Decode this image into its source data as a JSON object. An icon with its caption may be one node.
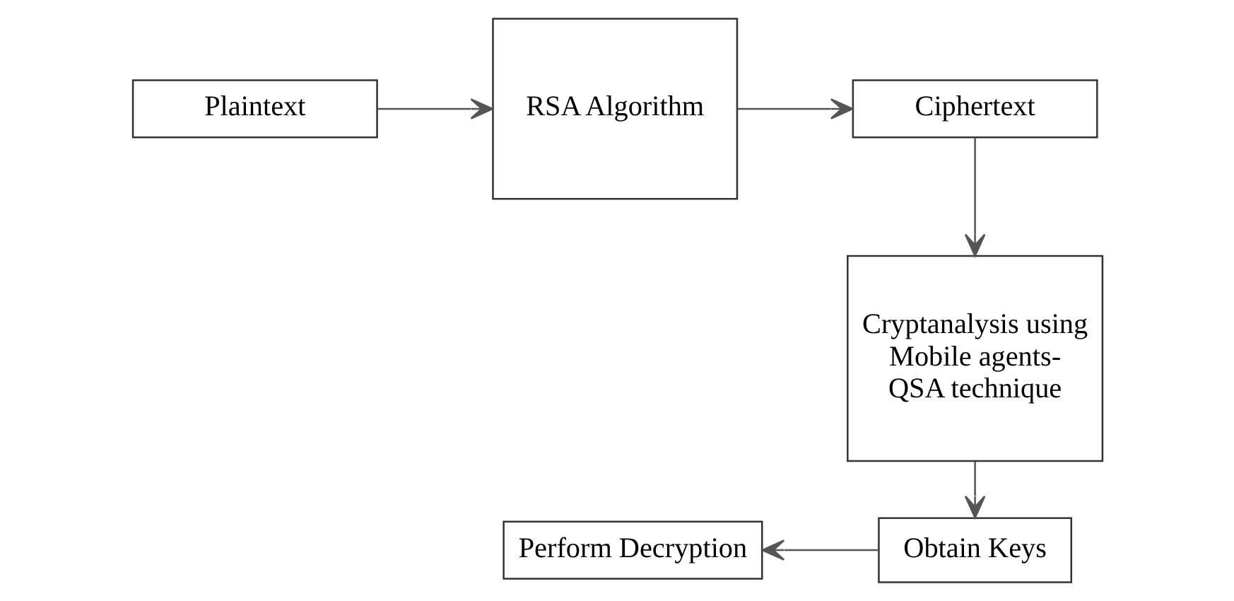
{
  "diagram": {
    "nodes": [
      {
        "text": [
          "Plaintext"
        ]
      },
      {
        "text": [
          "RSA Algorithm"
        ]
      },
      {
        "text": [
          "Ciphertext"
        ]
      },
      {
        "text": [
          "Cryptanalysis using Mobile agents- QSA technique"
        ]
      },
      {
        "text": [
          "Obtain Keys"
        ]
      },
      {
        "text": [
          "Perform Decryption"
        ]
      }
    ],
    "edges": [
      {
        "from": 0,
        "to": 1,
        "arrow": "to"
      },
      {
        "from": 1,
        "to": 2,
        "arrow": "to"
      },
      {
        "from": 2,
        "to": 3,
        "arrow": "to"
      },
      {
        "from": 3,
        "to": 4,
        "arrow": "to"
      },
      {
        "from": 4,
        "to": 5,
        "arrow": "to"
      }
    ]
  }
}
